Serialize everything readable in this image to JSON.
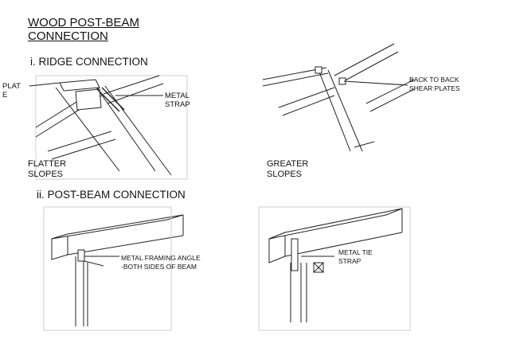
{
  "title": {
    "line1": "WOOD POST-BEAM",
    "line2": "CONNECTION"
  },
  "section1": "i. RIDGE CONNECTION",
  "section2": "ii. POST-BEAM CONNECTION",
  "labels": {
    "plate_line1": "PLAT",
    "plate_line2": "E",
    "metal_strap_line1": "METAL",
    "metal_strap_line2": "STRAP",
    "back_to_back_line1": "BACK TO BACK",
    "back_to_back_line2": "SHEAR PLATES",
    "flatter_line1": "FLATTER",
    "flatter_line2": "SLOPES",
    "greater_line1": "GREATER",
    "greater_line2": "SLOPES",
    "framing_angle_line1": "METAL FRAMING ANGLE",
    "framing_angle_line2": "-BOTH SIDES OF BEAM",
    "tie_strap_line1": "METAL TIE",
    "tie_strap_line2": "STRAP"
  }
}
